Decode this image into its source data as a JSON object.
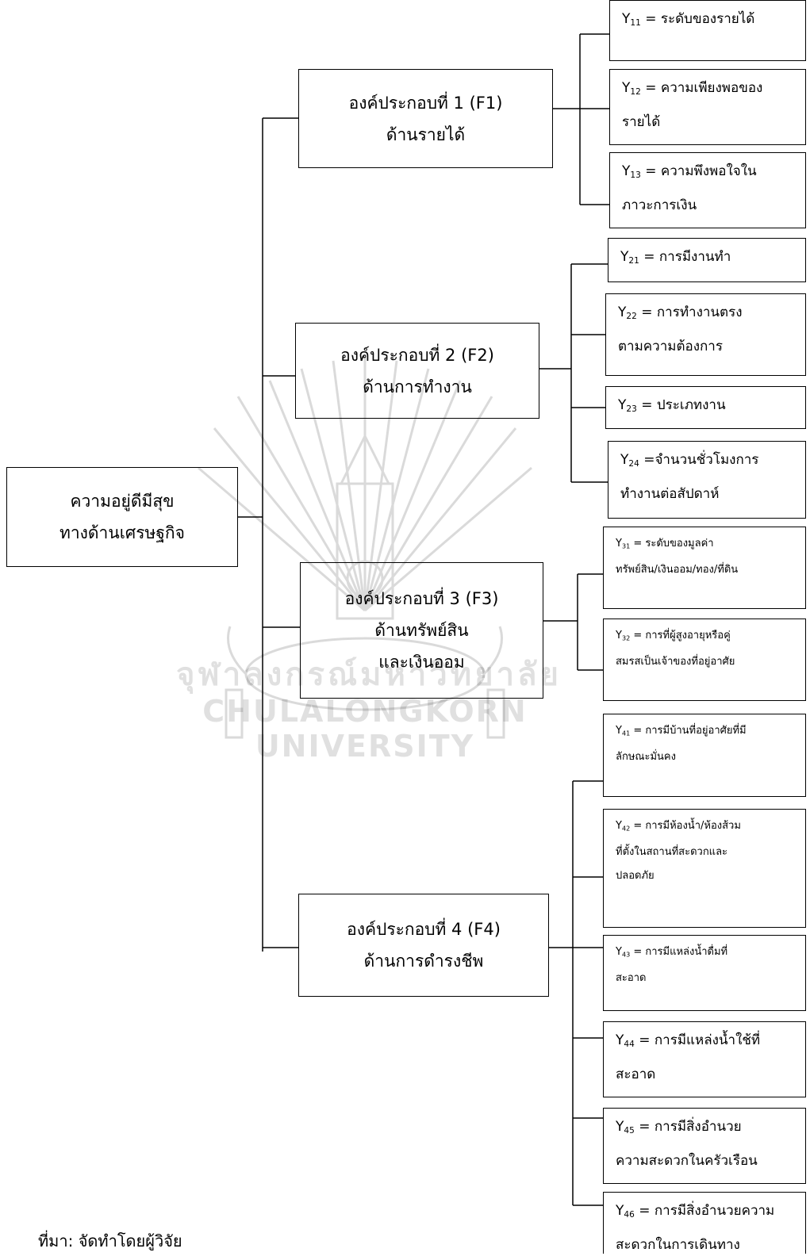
{
  "root": {
    "line1": "ความอยู่ดีมีสุข",
    "line2": "ทางด้านเศรษฐกิจ"
  },
  "factors": [
    {
      "line1": "องค์ประกอบที่ 1 (F1)",
      "line2": "ด้านรายได้",
      "line3": ""
    },
    {
      "line1": "องค์ประกอบที่ 2 (F2)",
      "line2": "ด้านการทำงาน",
      "line3": ""
    },
    {
      "line1": "องค์ประกอบที่ 3 (F3)",
      "line2": "ด้านทรัพย์สิน",
      "line3": "และเงินออม"
    },
    {
      "line1": "องค์ประกอบที่ 4 (F4)",
      "line2": "ด้านการดำรงชีพ",
      "line3": ""
    }
  ],
  "indicators": [
    {
      "sub": "11",
      "line1": " = ระดับของรายได้",
      "line2": "",
      "line3": ""
    },
    {
      "sub": "12",
      "line1": " = ความเพียงพอของ",
      "line2": "รายได้",
      "line3": ""
    },
    {
      "sub": "13",
      "line1": " = ความพึงพอใจใน",
      "line2": "ภาวะการเงิน",
      "line3": ""
    },
    {
      "sub": "21",
      "line1": " = การมีงานทำ",
      "line2": "",
      "line3": ""
    },
    {
      "sub": "22",
      "line1": " = การทำงานตรง",
      "line2": "ตามความต้องการ",
      "line3": ""
    },
    {
      "sub": "23",
      "line1": " = ประเภทงาน",
      "line2": "",
      "line3": ""
    },
    {
      "sub": "24",
      "line1": " =จำนวนชั่วโมงการ",
      "line2": "ทำงานต่อสัปดาห์",
      "line3": ""
    },
    {
      "sub": "31",
      "line1": " = ระดับของมูลค่า",
      "line2": "ทรัพย์สิน/เงินออม/ทอง/ที่ดิน",
      "line3": ""
    },
    {
      "sub": "32",
      "line1": " = การที่ผู้สูงอายุหรือคู่",
      "line2": "สมรสเป็นเจ้าของที่อยู่อาศัย",
      "line3": ""
    },
    {
      "sub": "41",
      "line1": " = การมีบ้านที่อยู่อาศัยที่มี",
      "line2": "ลักษณะมั่นคง",
      "line3": ""
    },
    {
      "sub": "42",
      "line1": " = การมีห้องน้ำ/ห้องส้วม",
      "line2": "ที่ตั้งในสถานที่สะดวกและ",
      "line3": "ปลอดภัย"
    },
    {
      "sub": "43",
      "line1": " = การมีแหล่งน้ำดื่มที่",
      "line2": "สะอาด",
      "line3": ""
    },
    {
      "sub": "44",
      "line1": " = การมีแหล่งน้ำใช้ที่",
      "line2": "สะอาด",
      "line3": ""
    },
    {
      "sub": "45",
      "line1": " = การมีสิ่งอำนวย",
      "line2": "ความสะดวกในครัวเรือน",
      "line3": ""
    },
    {
      "sub": "46",
      "line1": " = การมีสิ่งอำนวยความ",
      "line2": "สะดวกในการเดินทาง",
      "line3": ""
    }
  ],
  "watermark": {
    "thai": "จุฬาลงกรณ์มหาวิทยาลัย",
    "english": "CHULALONGKORN UNIVERSITY"
  },
  "caption": "ที่มา: จัดทำโดยผู้วิจัย"
}
